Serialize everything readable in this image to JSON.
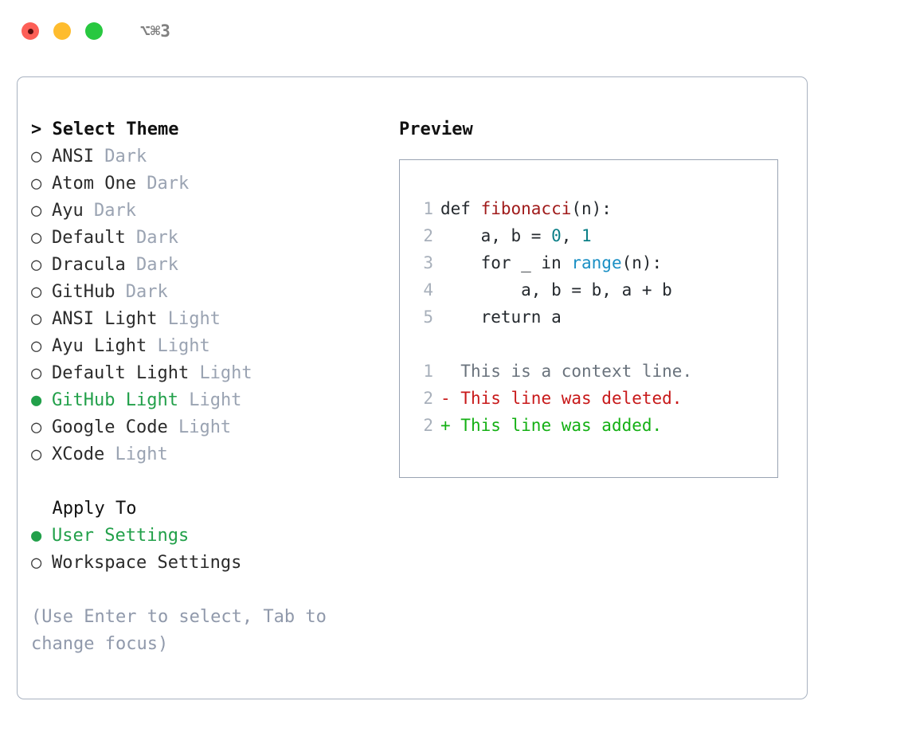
{
  "titlebar": {
    "shortcut": "⌥⌘3",
    "lights": [
      {
        "name": "close-button",
        "color": "#fd5f57"
      },
      {
        "name": "minimize-button",
        "color": "#febc2e"
      },
      {
        "name": "maximize-button",
        "color": "#28c840"
      }
    ]
  },
  "theme_section": {
    "marker": "> ",
    "title": "Select Theme",
    "options": [
      {
        "bullet": "○",
        "label": "ANSI",
        "variant": "Dark",
        "selected": false
      },
      {
        "bullet": "○",
        "label": "Atom One",
        "variant": "Dark",
        "selected": false
      },
      {
        "bullet": "○",
        "label": "Ayu",
        "variant": "Dark",
        "selected": false
      },
      {
        "bullet": "○",
        "label": "Default",
        "variant": "Dark",
        "selected": false
      },
      {
        "bullet": "○",
        "label": "Dracula",
        "variant": "Dark",
        "selected": false
      },
      {
        "bullet": "○",
        "label": "GitHub",
        "variant": "Dark",
        "selected": false
      },
      {
        "bullet": "○",
        "label": "ANSI Light",
        "variant": "Light",
        "selected": false
      },
      {
        "bullet": "○",
        "label": "Ayu Light",
        "variant": "Light",
        "selected": false
      },
      {
        "bullet": "○",
        "label": "Default Light",
        "variant": "Light",
        "selected": false
      },
      {
        "bullet": "●",
        "label": "GitHub Light",
        "variant": "Light",
        "selected": true
      },
      {
        "bullet": "○",
        "label": "Google Code",
        "variant": "Light",
        "selected": false
      },
      {
        "bullet": "○",
        "label": "XCode",
        "variant": "Light",
        "selected": false
      }
    ]
  },
  "apply_section": {
    "marker": "  ",
    "title": "Apply To",
    "options": [
      {
        "bullet": "●",
        "label": "User Settings",
        "selected": true
      },
      {
        "bullet": "○",
        "label": "Workspace Settings",
        "selected": false
      }
    ]
  },
  "hint": "(Use Enter to select, Tab to change focus)",
  "preview": {
    "title": "Preview",
    "code_lines": [
      {
        "num": "1",
        "tokens": [
          {
            "t": "def ",
            "k": "plain"
          },
          {
            "t": "fibonacci",
            "k": "fn"
          },
          {
            "t": "(n):",
            "k": "plain"
          }
        ]
      },
      {
        "num": "2",
        "tokens": [
          {
            "t": "    a, b = ",
            "k": "plain"
          },
          {
            "t": "0",
            "k": "num"
          },
          {
            "t": ", ",
            "k": "plain"
          },
          {
            "t": "1",
            "k": "num"
          }
        ]
      },
      {
        "num": "3",
        "tokens": [
          {
            "t": "    for _ in ",
            "k": "plain"
          },
          {
            "t": "range",
            "k": "builtin"
          },
          {
            "t": "(n):",
            "k": "plain"
          }
        ]
      },
      {
        "num": "4",
        "tokens": [
          {
            "t": "        a, b = b, a + b",
            "k": "plain"
          }
        ]
      },
      {
        "num": "5",
        "tokens": [
          {
            "t": "    return a",
            "k": "plain"
          }
        ]
      }
    ],
    "diff_lines": [
      {
        "num": "1",
        "sign": "  ",
        "text": "This is a context line.",
        "kind": "ctx"
      },
      {
        "num": "2",
        "sign": "- ",
        "text": "This line was deleted.",
        "kind": "del"
      },
      {
        "num": "2",
        "sign": "+ ",
        "text": "This line was added.",
        "kind": "add"
      }
    ]
  },
  "colors": {
    "accent_green": "#22a04a",
    "muted": "#9aa3b2",
    "hint": "#9099ab",
    "border": "#a8b2c0",
    "diff_add": "#14b014",
    "diff_del": "#c8191a",
    "token_fn": "#a01b1b",
    "token_num": "#0b7f87",
    "token_builtin": "#1a8fc4"
  }
}
